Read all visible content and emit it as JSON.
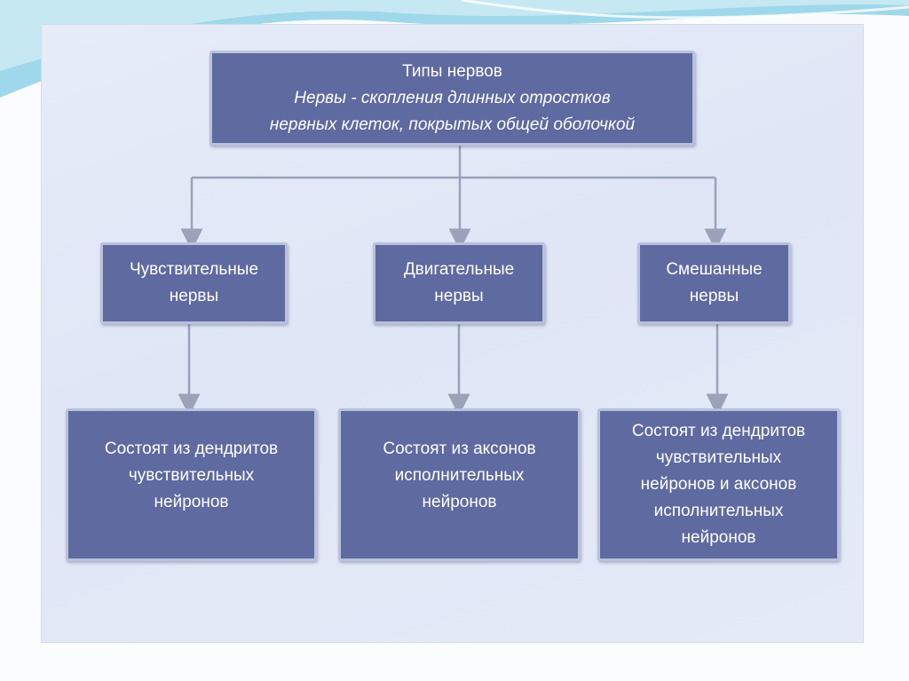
{
  "root": {
    "title": "Типы нервов",
    "definition_line1": "Нервы - скопления длинных отростков",
    "definition_line2": "нервных клеток, покрытых общей оболочкой"
  },
  "types": [
    {
      "line1": "Чувствительные",
      "line2": "нервы"
    },
    {
      "line1": "Двигательные",
      "line2": "нервы"
    },
    {
      "line1": "Смешанные",
      "line2": "нервы"
    }
  ],
  "descriptions": [
    {
      "lines": [
        "Состоят из дендритов",
        "чувствительных",
        "нейронов"
      ]
    },
    {
      "lines": [
        "Состоят из аксонов",
        "исполнительных",
        "нейронов"
      ]
    },
    {
      "lines": [
        "Состоят из дендритов",
        "чувствительных",
        "нейронов и аксонов",
        "исполнительных",
        "нейронов"
      ]
    }
  ],
  "colors": {
    "box_fill": "#5e6aa0",
    "box_border": "#b9c1dc",
    "connector": "#9aa3b8",
    "slide_background": "#e3e9f7",
    "accent_wave": "#7fd0e6"
  }
}
